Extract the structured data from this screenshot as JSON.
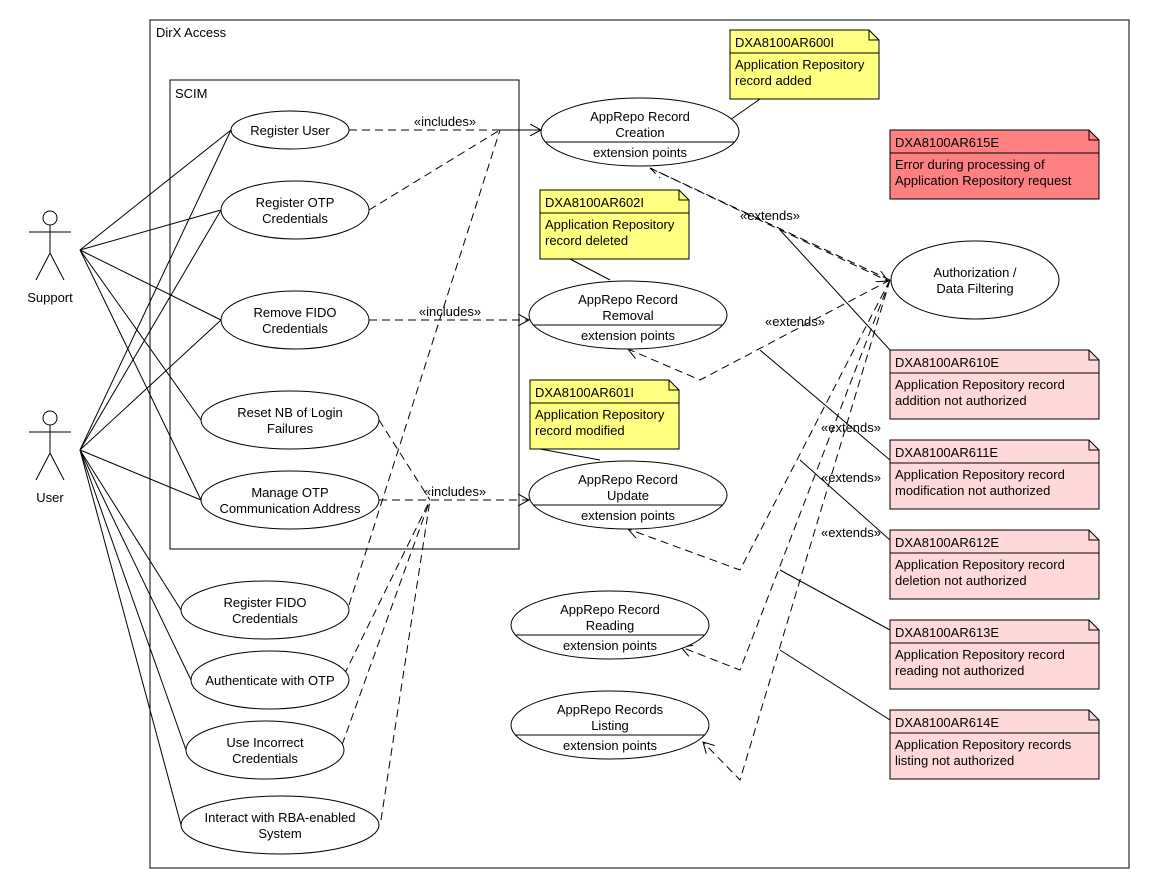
{
  "diagram": {
    "system_boundary": "DirX Access",
    "subsystem": "SCIM",
    "actors": [
      {
        "id": "support",
        "label": "Support"
      },
      {
        "id": "user",
        "label": "User"
      }
    ],
    "scim_use_cases": [
      {
        "id": "register-user",
        "lines": [
          "Register User"
        ]
      },
      {
        "id": "register-otp",
        "lines": [
          "Register OTP",
          "Credentials"
        ]
      },
      {
        "id": "remove-fido",
        "lines": [
          "Remove FIDO",
          "Credentials"
        ]
      },
      {
        "id": "reset-nb",
        "lines": [
          "Reset NB of Login",
          "Failures"
        ]
      },
      {
        "id": "manage-otp",
        "lines": [
          "Manage OTP",
          "Communication Address"
        ]
      }
    ],
    "other_use_cases": [
      {
        "id": "register-fido",
        "lines": [
          "Register FIDO",
          "Credentials"
        ]
      },
      {
        "id": "auth-otp",
        "lines": [
          "Authenticate with OTP"
        ]
      },
      {
        "id": "incorrect-creds",
        "lines": [
          "Use Incorrect",
          "Credentials"
        ]
      },
      {
        "id": "rba",
        "lines": [
          "Interact with RBA-enabled",
          "System"
        ]
      }
    ],
    "apprepo_use_cases": [
      {
        "id": "creation",
        "lines": [
          "AppRepo Record",
          "Creation"
        ],
        "compartment": "extension points"
      },
      {
        "id": "removal",
        "lines": [
          "AppRepo Record",
          "Removal"
        ],
        "compartment": "extension points"
      },
      {
        "id": "update",
        "lines": [
          "AppRepo Record",
          "Update"
        ],
        "compartment": "extension points"
      },
      {
        "id": "reading",
        "lines": [
          "AppRepo Record",
          "Reading"
        ],
        "compartment": "extension points"
      },
      {
        "id": "listing",
        "lines": [
          "AppRepo Records",
          "Listing"
        ],
        "compartment": "extension points"
      }
    ],
    "authorization": {
      "lines": [
        "Authorization /",
        "Data Filtering"
      ]
    },
    "notes": [
      {
        "id": "600I",
        "code": "DXA8100AR600I",
        "lines": [
          "Application Repository",
          "record added"
        ],
        "color": "#ffff80"
      },
      {
        "id": "602I",
        "code": "DXA8100AR602I",
        "lines": [
          "Application Repository",
          "record deleted"
        ],
        "color": "#ffff80"
      },
      {
        "id": "601I",
        "code": "DXA8100AR601I",
        "lines": [
          "Application Repository",
          "record modified"
        ],
        "color": "#ffff80"
      },
      {
        "id": "615E",
        "code": "DXA8100AR615E",
        "lines": [
          "Error during processing of",
          "Application Repository request"
        ],
        "color": "#ff8080"
      },
      {
        "id": "610E",
        "code": "DXA8100AR610E",
        "lines": [
          "Application Repository record",
          "addition not authorized"
        ],
        "color": "#ffd9d9"
      },
      {
        "id": "611E",
        "code": "DXA8100AR611E",
        "lines": [
          "Application Repository record",
          "modification not authorized"
        ],
        "color": "#ffd9d9"
      },
      {
        "id": "612E",
        "code": "DXA8100AR612E",
        "lines": [
          "Application Repository record",
          "deletion not authorized"
        ],
        "color": "#ffd9d9"
      },
      {
        "id": "613E",
        "code": "DXA8100AR613E",
        "lines": [
          "Application Repository record",
          "reading not authorized"
        ],
        "color": "#ffd9d9"
      },
      {
        "id": "614E",
        "code": "DXA8100AR614E",
        "lines": [
          "Application Repository records",
          "listing not authorized"
        ],
        "color": "#ffd9d9"
      }
    ],
    "stereotypes": {
      "includes": "«includes»",
      "extends": "«extends»"
    }
  }
}
